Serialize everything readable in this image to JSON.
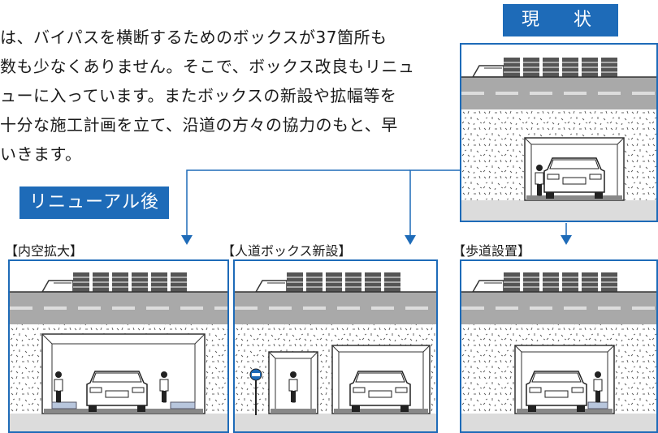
{
  "intro_lines": [
    "は、バイパスを横断するためのボックスが37箇所も",
    "数も少なくありません。そこで、ボックス改良もリニュ",
    "ューに入っています。またボックスの新設や拡幅等を",
    "十分な施工計画を立て、沿道の方々の協力のもと、早",
    "いきます。"
  ],
  "label_current": "現　状",
  "label_after": "リニューアル後",
  "panels": [
    {
      "title": "【内空拡大】"
    },
    {
      "title": "【人道ボックス新設】"
    },
    {
      "title": "【歩道設置】"
    }
  ],
  "colors": {
    "accent": "#1e6bb8",
    "road": "#a9a9a9",
    "ground": "#dcdcdc"
  }
}
